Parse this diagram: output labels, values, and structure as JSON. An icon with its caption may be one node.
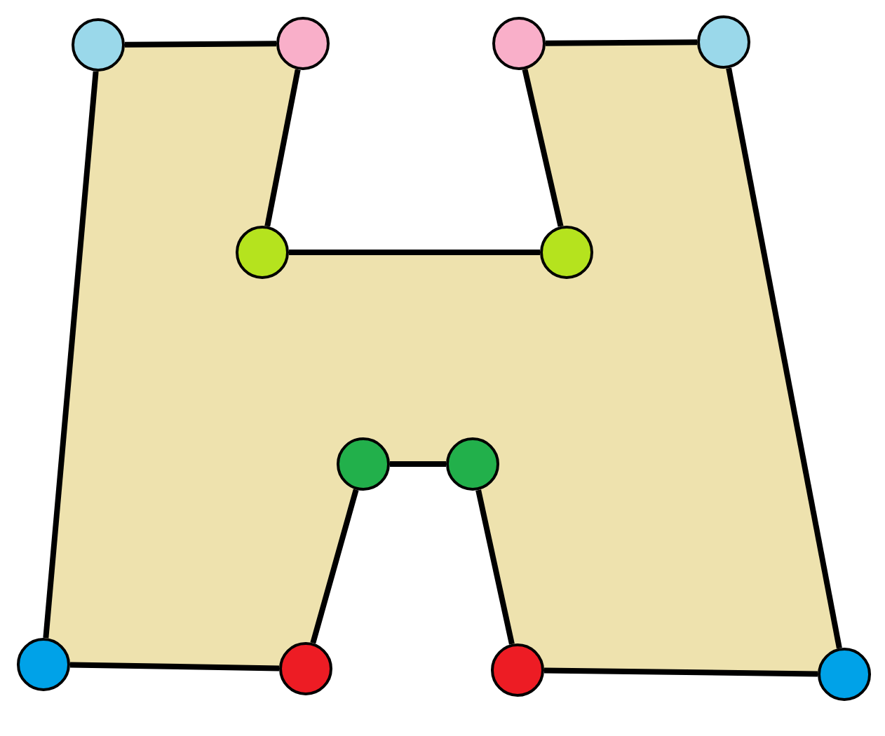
{
  "diagram": {
    "nodes": [
      {
        "text": [],
        "shape": "circle"
      },
      {
        "text": [],
        "shape": "circle"
      },
      {
        "text": [],
        "shape": "circle"
      },
      {
        "text": [],
        "shape": "circle"
      },
      {
        "text": [],
        "shape": "circle"
      },
      {
        "text": [],
        "shape": "circle"
      },
      {
        "text": [],
        "shape": "circle"
      },
      {
        "text": [],
        "shape": "circle"
      },
      {
        "text": [],
        "shape": "circle"
      },
      {
        "text": [],
        "shape": "circle"
      },
      {
        "text": [],
        "shape": "circle"
      },
      {
        "text": [],
        "shape": "circle"
      }
    ],
    "edges": [
      {
        "from": 0,
        "to": 1,
        "arrow": "none"
      },
      {
        "from": 1,
        "to": 4,
        "arrow": "none"
      },
      {
        "from": 4,
        "to": 5,
        "arrow": "none"
      },
      {
        "from": 5,
        "to": 2,
        "arrow": "none"
      },
      {
        "from": 2,
        "to": 3,
        "arrow": "none"
      },
      {
        "from": 3,
        "to": 11,
        "arrow": "none"
      },
      {
        "from": 11,
        "to": 10,
        "arrow": "none"
      },
      {
        "from": 10,
        "to": 7,
        "arrow": "none"
      },
      {
        "from": 7,
        "to": 6,
        "arrow": "none"
      },
      {
        "from": 6,
        "to": 9,
        "arrow": "none"
      },
      {
        "from": 9,
        "to": 8,
        "arrow": "none"
      },
      {
        "from": 8,
        "to": 0,
        "arrow": "none"
      }
    ]
  }
}
